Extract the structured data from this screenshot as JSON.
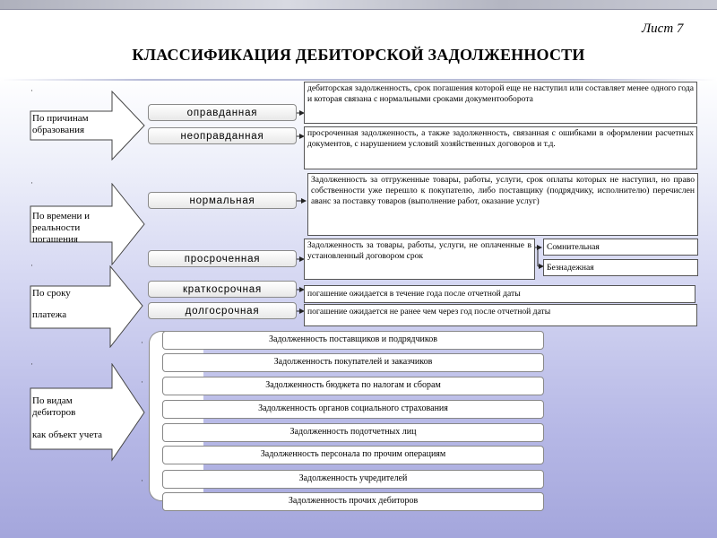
{
  "sheet_label": "Лист 7",
  "title": "КЛАССИФИКАЦИЯ ДЕБИТОРСКОЙ ЗАДОЛЖЕННОСТИ",
  "bullet": "·",
  "criteria": [
    {
      "line1": "По причинам",
      "line2": "образования"
    },
    {
      "line1": "По времени и",
      "line2": "реальности",
      "line3": "погашения"
    },
    {
      "line1": "По сроку",
      "line2": "платежа"
    },
    {
      "line1": "По видам",
      "line2": "дебиторов",
      "line3": "как объект учета"
    }
  ],
  "types": {
    "justified": "оправданная",
    "unjustified": "неоправданная",
    "normal": "нормальная",
    "overdue": "просроченная",
    "short_term": "краткосрочная",
    "long_term": "долгосрочная"
  },
  "descriptions": {
    "justified": "дебиторская задолженность, срок погашения которой еще не наступил или составляет менее одного года и которая связана с нормальными сроками документооборота",
    "unjustified": "просроченная задолженность, а также задолженность, связанная с ошибками в оформлении расчетных документов, с нарушением условий хозяйственных договоров и т.д.",
    "normal": "Задолженность за отгруженные товары, работы, услуги, срок оплаты которых не наступил, но право собственности уже перешло к покупателю, либо поставщику (подрядчику, исполнителю) перечислен аванс за поставку товаров (выполнение работ, оказание услуг)",
    "overdue": "Задолженность за товары, работы, услуги, не оплаченные в установленный договором срок",
    "doubtful": "Сомнительная",
    "hopeless": "Безнадежная",
    "short_term": "погашение ожидается в течение года после отчетной даты",
    "long_term": "погашение ожидается не ранее чем через год после отчетной даты"
  },
  "debtor_types": [
    "Задолженность поставщиков и подрядчиков",
    "Задолженность покупателей и заказчиков",
    "Задолженность бюджета по налогам и сборам",
    "Задолженность органов социального страхования",
    "Задолженность подотчетных лиц",
    "Задолженность персонала по прочим операциям",
    "Задолженность учредителей",
    "Задолженность прочих дебиторов"
  ]
}
